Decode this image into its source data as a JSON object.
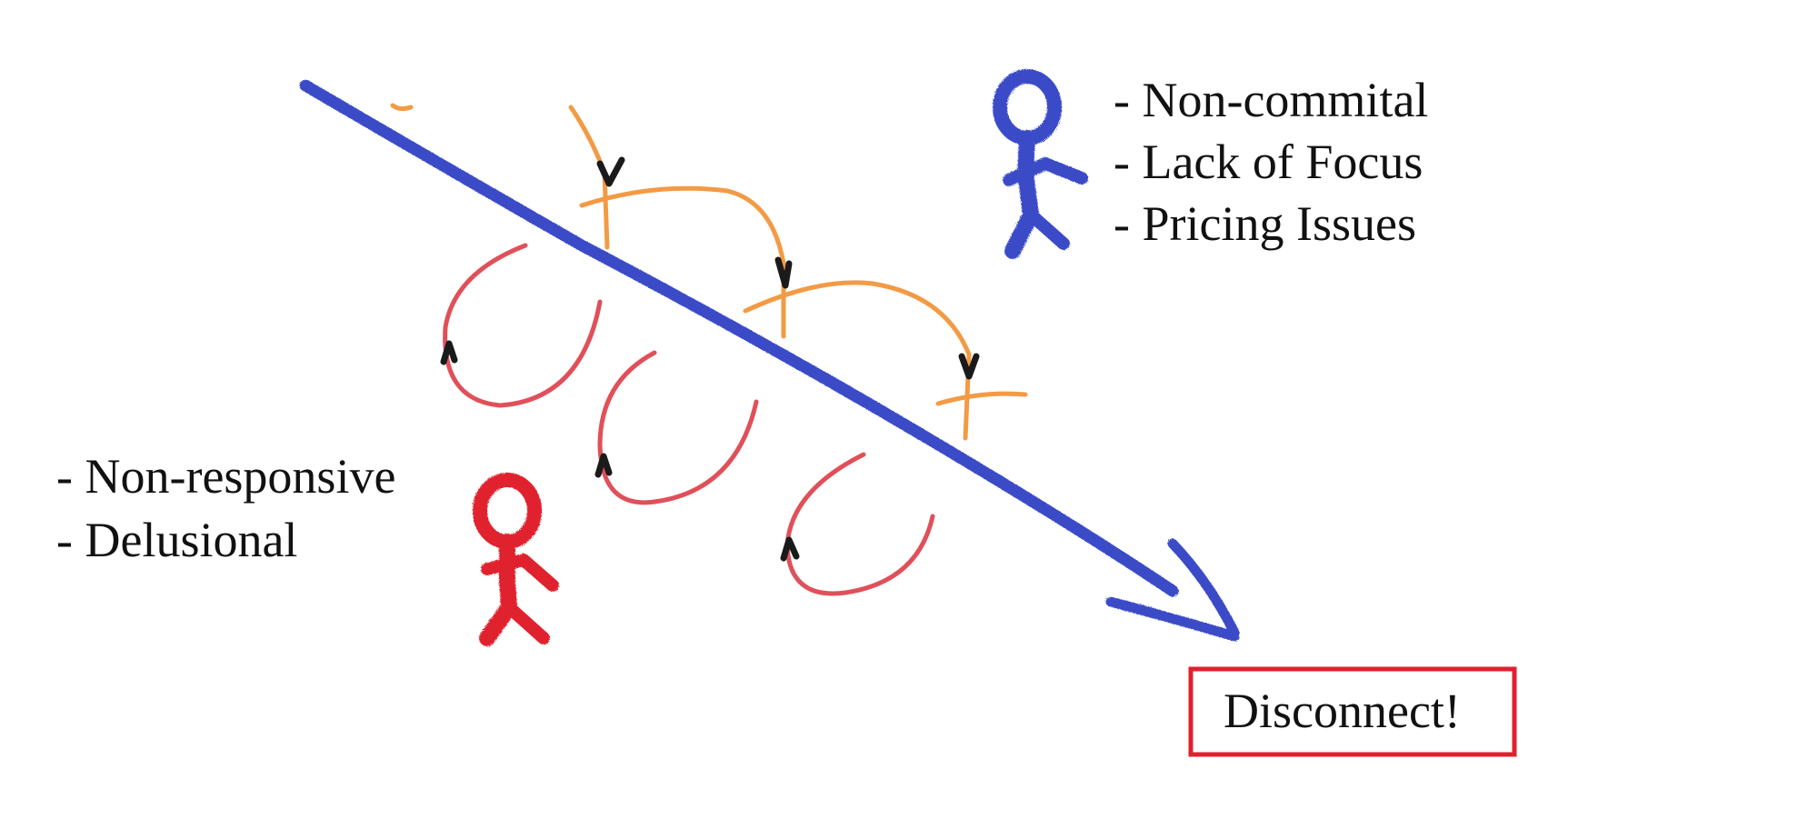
{
  "right_party": {
    "color": "#3b4cc7",
    "traits": [
      "- Non-commital",
      "- Lack of Focus",
      "- Pricing Issues"
    ]
  },
  "left_party": {
    "color": "#e0202e",
    "traits": [
      "- Non-responsive",
      "- Delusional"
    ]
  },
  "loops": {
    "orange_color": "#f39a45",
    "red_color": "#e0505a",
    "tick_color": "#1a1a1a"
  },
  "outcome": {
    "label": "Disconnect!",
    "border_color": "#e0202e"
  }
}
